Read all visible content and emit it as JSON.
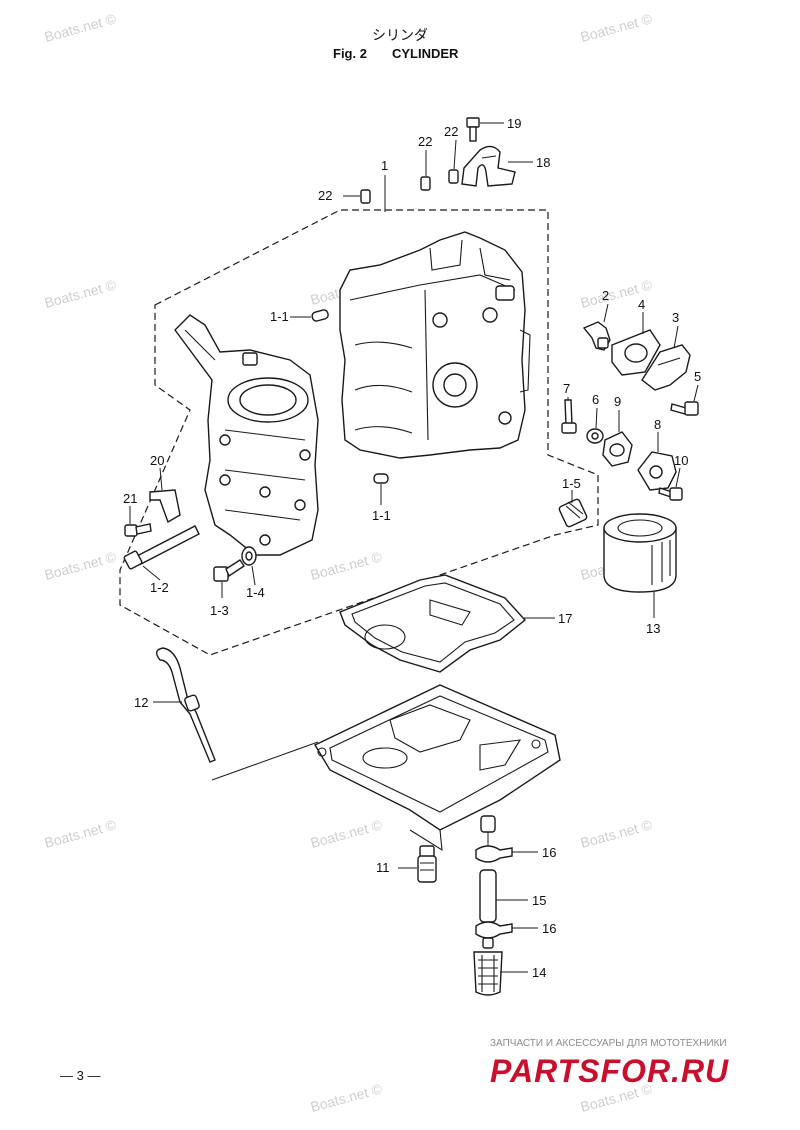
{
  "header": {
    "jp_title": "シリンダ",
    "fig_label": "Fig. 2",
    "title": "CYLINDER"
  },
  "callouts": {
    "c1": "1",
    "c1_1a": "1-1",
    "c1_1b": "1-1",
    "c1_2": "1-2",
    "c1_3": "1-3",
    "c1_4": "1-4",
    "c1_5": "1-5",
    "c2": "2",
    "c3": "3",
    "c4": "4",
    "c5": "5",
    "c6": "6",
    "c7": "7",
    "c8": "8",
    "c9": "9",
    "c10": "10",
    "c11": "11",
    "c12": "12",
    "c13": "13",
    "c14": "14",
    "c15": "15",
    "c16a": "16",
    "c16b": "16",
    "c17": "17",
    "c18": "18",
    "c19": "19",
    "c20": "20",
    "c21": "21",
    "c22a": "22",
    "c22b": "22",
    "c22c": "22"
  },
  "watermarks": {
    "text": "Boats.net ©"
  },
  "footer": {
    "page_number": "— 3 —",
    "brand_tagline": "ЗАПЧАСТИ И АКСЕССУАРЫ ДЛЯ МОТОТЕХНИКИ",
    "brand_name": "PARTSFOR.RU"
  },
  "colors": {
    "brand_red": "#c8102e",
    "line": "#1a1a1a",
    "watermark": "#cfcfcf"
  }
}
